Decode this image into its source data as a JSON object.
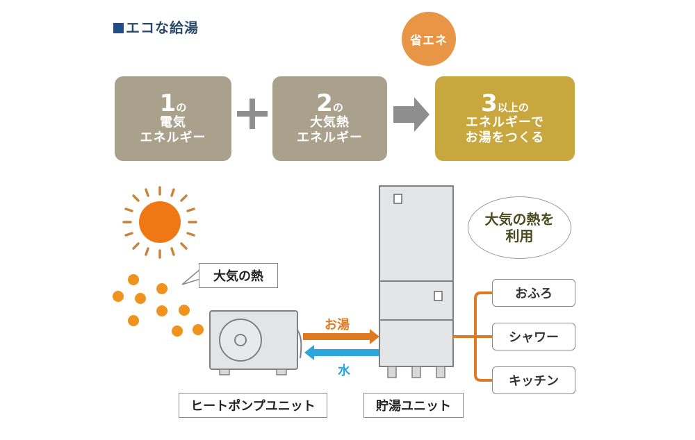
{
  "title": "エコな給湯",
  "badge": "省エネ",
  "cards": {
    "electric": {
      "number": "1",
      "suffix": "の",
      "line1": "電気",
      "line2": "エネルギー"
    },
    "air": {
      "number": "2",
      "suffix": "の",
      "line1": "大気熱",
      "line2": "エネルギー"
    },
    "result": {
      "number": "3",
      "suffix": "以上の",
      "line1": "エネルギーで",
      "line2": "お湯をつくる"
    }
  },
  "colors": {
    "card_gray": "#a9a18c",
    "card_gold": "#c8a73f",
    "badge_orange": "#e89645",
    "hot_water": "#e07a22",
    "cold_water": "#2aa6dc",
    "sun": "#f07814",
    "title_blue": "#2b4a6b"
  },
  "diagram": {
    "air_heat_callout": "大気の熱",
    "oval_line1": "大気の熱を",
    "oval_line2": "利用",
    "hot_water_label": "お湯",
    "water_label": "水",
    "heat_pump_label": "ヒートポンプユニット",
    "tank_label": "貯湯ユニット",
    "destinations": [
      "おふろ",
      "シャワー",
      "キッチン"
    ]
  }
}
